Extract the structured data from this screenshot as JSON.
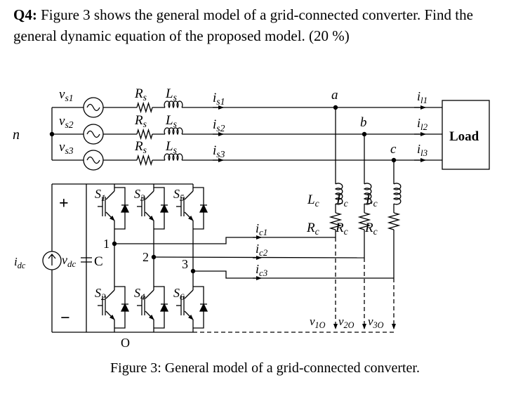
{
  "question": {
    "label": "Q4:",
    "text": " Figure 3 shows the general model of a grid-connected converter. Find the general dynamic equation of the proposed model. (20 %)"
  },
  "figure": {
    "caption": "Figure 3: General model of a grid-connected converter.",
    "neutral_label": "n",
    "sources": [
      {
        "name": "v",
        "sub": "s1"
      },
      {
        "name": "v",
        "sub": "s2"
      },
      {
        "name": "v",
        "sub": "s3"
      }
    ],
    "grid_resistor": {
      "name": "R",
      "sub": "s"
    },
    "grid_inductor": {
      "name": "L",
      "sub": "s"
    },
    "grid_currents": [
      {
        "name": "i",
        "sub": "s1"
      },
      {
        "name": "i",
        "sub": "s2"
      },
      {
        "name": "i",
        "sub": "s3"
      }
    ],
    "pcc_nodes": [
      "a",
      "b",
      "c"
    ],
    "load_currents": [
      {
        "name": "i",
        "sub": "l1"
      },
      {
        "name": "i",
        "sub": "l2"
      },
      {
        "name": "i",
        "sub": "l3"
      }
    ],
    "load_label": "Load",
    "filter_inductor": {
      "name": "L",
      "sub": "c"
    },
    "filter_resistor": {
      "name": "R",
      "sub": "c"
    },
    "converter_currents": [
      {
        "name": "i",
        "sub": "c1"
      },
      {
        "name": "i",
        "sub": "c2"
      },
      {
        "name": "i",
        "sub": "c3"
      }
    ],
    "leg_voltages": [
      {
        "name": "v",
        "sub": "1O"
      },
      {
        "name": "v",
        "sub": "2O"
      },
      {
        "name": "v",
        "sub": "3O"
      }
    ],
    "switches_top": [
      {
        "name": "S",
        "sub": "1"
      },
      {
        "name": "S",
        "sub": "3"
      },
      {
        "name": "S",
        "sub": "5"
      }
    ],
    "switches_bottom": [
      {
        "name": "S",
        "sub": "2"
      },
      {
        "name": "S",
        "sub": "4"
      },
      {
        "name": "S",
        "sub": "6"
      }
    ],
    "leg_nodes": [
      "1",
      "2",
      "3"
    ],
    "dc_current": {
      "name": "i",
      "sub": "dc"
    },
    "dc_voltage": {
      "name": "v",
      "sub": "dc"
    },
    "capacitor_label": "C",
    "plus_sign": "+",
    "minus_sign": "−",
    "ground_label": "O"
  }
}
